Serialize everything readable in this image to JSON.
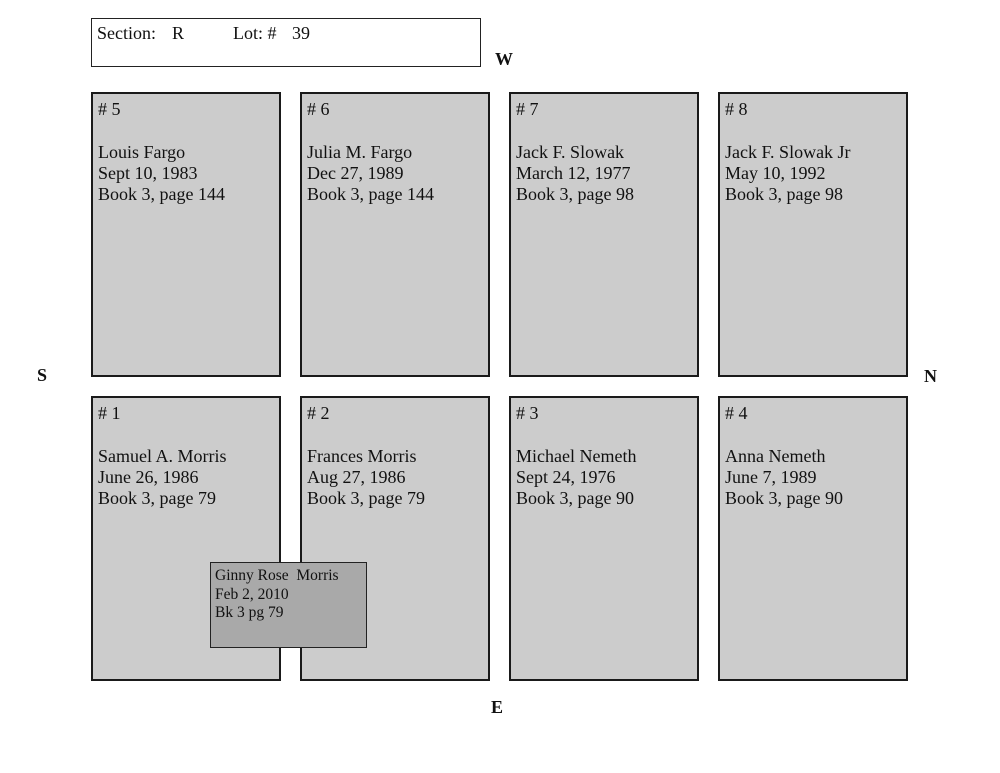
{
  "header": {
    "section_label": "Section:",
    "section_value": "R",
    "lot_label": "Lot: #",
    "lot_value": "39"
  },
  "compass": {
    "west": "W",
    "east": "E",
    "south": "S",
    "north": "N"
  },
  "plots": [
    {
      "number": "# 5",
      "name": "Louis Fargo",
      "date": "Sept 10, 1983",
      "record": "Book 3, page 144"
    },
    {
      "number": "# 6",
      "name": "Julia M. Fargo",
      "date": "Dec 27, 1989",
      "record": "Book 3, page 144"
    },
    {
      "number": "# 7",
      "name": "Jack F. Slowak",
      "date": "March 12, 1977",
      "record": "Book 3, page 98"
    },
    {
      "number": "# 8",
      "name": "Jack F. Slowak Jr",
      "date": "May 10, 1992",
      "record": "Book 3, page 98"
    },
    {
      "number": "# 1",
      "name": "Samuel A. Morris",
      "date": "June 26, 1986",
      "record": "Book 3, page 79"
    },
    {
      "number": "# 2",
      "name": "Frances Morris",
      "date": "Aug 27, 1986",
      "record": "Book 3, page 79"
    },
    {
      "number": "# 3",
      "name": "Michael Nemeth",
      "date": "Sept 24, 1976",
      "record": "Book 3, page 90"
    },
    {
      "number": "# 4",
      "name": "Anna Nemeth",
      "date": "June 7, 1989",
      "record": "Book 3, page 90"
    }
  ],
  "note": {
    "name": "Ginny Rose  Morris",
    "date": "Feb 2, 2010",
    "record": "Bk 3 pg 79"
  },
  "colors": {
    "plot_fill": "#cccccc",
    "note_fill": "#a9a9a9",
    "border": "#1a1a1a"
  }
}
